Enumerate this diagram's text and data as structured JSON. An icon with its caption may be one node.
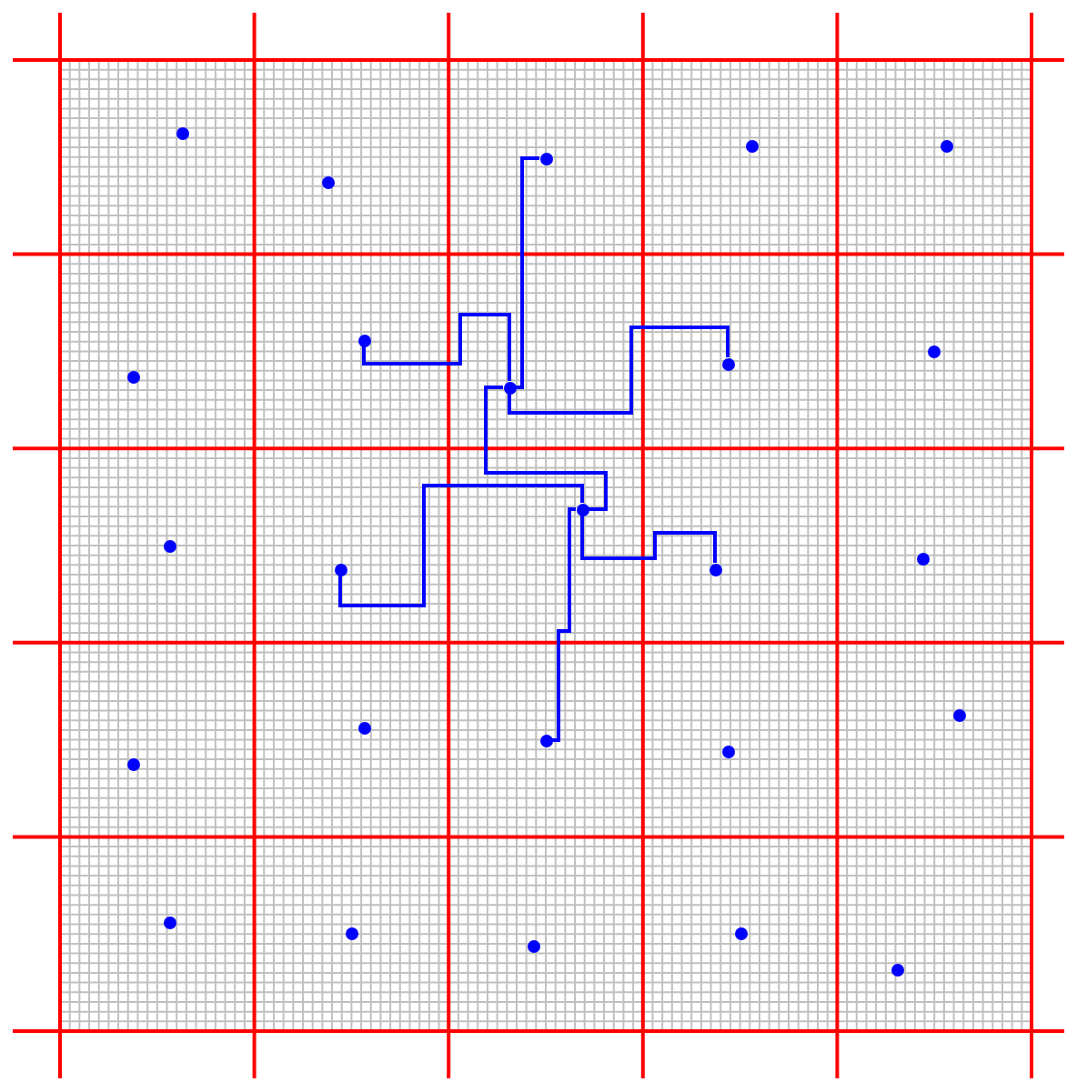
{
  "diagram": {
    "nodes": [
      {
        "text": [],
        "shape": "circle"
      },
      {
        "text": [],
        "shape": "circle"
      },
      {
        "text": [],
        "shape": "circle"
      },
      {
        "text": [],
        "shape": "circle"
      },
      {
        "text": [],
        "shape": "circle"
      },
      {
        "text": [],
        "shape": "circle"
      },
      {
        "text": [],
        "shape": "circle"
      },
      {
        "text": [],
        "shape": "circle"
      },
      {
        "text": [],
        "shape": "circle"
      },
      {
        "text": [],
        "shape": "circle"
      },
      {
        "text": [],
        "shape": "circle"
      },
      {
        "text": [],
        "shape": "circle"
      },
      {
        "text": [],
        "shape": "circle"
      },
      {
        "text": [],
        "shape": "circle"
      },
      {
        "text": [],
        "shape": "circle"
      },
      {
        "text": [],
        "shape": "circle"
      },
      {
        "text": [],
        "shape": "circle"
      },
      {
        "text": [],
        "shape": "circle"
      },
      {
        "text": [],
        "shape": "circle"
      },
      {
        "text": [],
        "shape": "circle"
      },
      {
        "text": [],
        "shape": "circle"
      },
      {
        "text": [],
        "shape": "circle"
      },
      {
        "text": [],
        "shape": "circle"
      },
      {
        "text": [],
        "shape": "circle"
      },
      {
        "text": [],
        "shape": "circle"
      }
    ],
    "edges": [
      {
        "from": 2,
        "to": 7,
        "arrow": "none"
      },
      {
        "from": 6,
        "to": 7,
        "arrow": "none"
      },
      {
        "from": 7,
        "to": 8,
        "arrow": "none"
      },
      {
        "from": 7,
        "to": 12,
        "arrow": "none"
      },
      {
        "from": 11,
        "to": 12,
        "arrow": "none"
      },
      {
        "from": 12,
        "to": 13,
        "arrow": "none"
      },
      {
        "from": 12,
        "to": 17,
        "arrow": "none"
      }
    ]
  }
}
